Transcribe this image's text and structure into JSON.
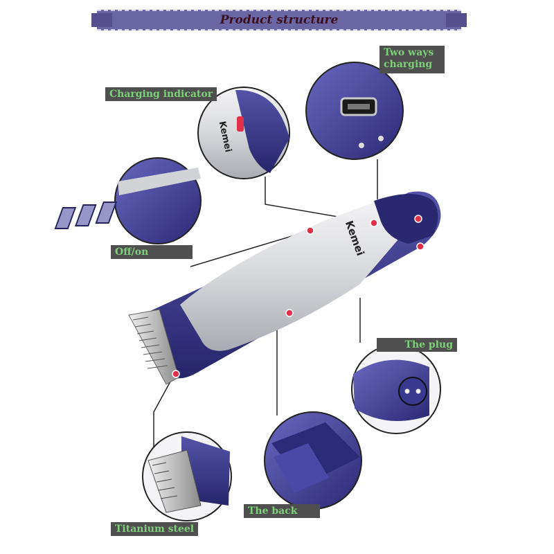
{
  "header": {
    "title": "Product structure"
  },
  "product": {
    "brand": "Kemei"
  },
  "labels": {
    "charging_indicator": "Charging indicator",
    "two_ways_charging": "Two ways charging",
    "off_on": "Off/on",
    "the_plug": "The plug",
    "the_back": "The back",
    "titanium_steel": "Titanium steel"
  },
  "colors": {
    "banner": "#6a65a3",
    "label_bg": "#4f4f4f",
    "label_text": "#7fd07a",
    "body_purple": "#3b3a8a",
    "body_silver": "#d9dadd",
    "marker": "#e0304a"
  }
}
